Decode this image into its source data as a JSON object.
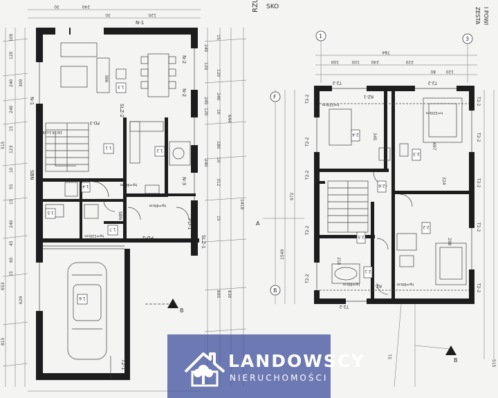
{
  "plan_texts": {
    "top_fragment_left": "RZUT",
    "top_fragment_mid": "SKO",
    "top_fragment_right_1": "ZESTA",
    "top_fragment_right_2": "I POWI",
    "north_mark_left": "N-1",
    "axis_1": "1",
    "axis_3": "3",
    "axis_F": "F",
    "axis_B": "B",
    "section_A": "A",
    "section_B_ground": "B",
    "section_B_upper": "B",
    "ground_rooms": [
      "1.1",
      "1.2",
      "1.3",
      "1.4",
      "1.5",
      "1.6",
      "1.7"
    ],
    "upper_rooms": [
      "2.1",
      "2.2",
      "2.3",
      "2.4",
      "2.5",
      "2.6"
    ],
    "ground_wall_tags": [
      "N-2",
      "N-2",
      "N-3",
      "N-1",
      "SLZ-2",
      "SLZ-1",
      "PD-3",
      "PD-1",
      "PD-2",
      "T2-1",
      "SBN",
      "SBN"
    ],
    "upper_wall_tags": [
      "T2-2",
      "T2-2",
      "T2-2",
      "T2-2",
      "T2-2",
      "T2-2",
      "T2-2",
      "T2-2",
      "T2-2",
      "T2-2",
      "T2-2",
      "T2-2",
      "RZ-1",
      "RZ-1",
      "T2-2"
    ],
    "ground_notes": [
      "16/18,1x26",
      "hp=90cm",
      "hp=90cm",
      "hp=120cm"
    ],
    "upper_notes": [
      "h=220cm",
      "h=220cm",
      "hp=90cm",
      "hp=90cm"
    ],
    "ground_dims_left": [
      "100",
      "120",
      "240",
      "300",
      "240",
      "15",
      "123",
      "10",
      "55",
      "15",
      "240",
      "45",
      "60",
      "15"
    ],
    "ground_dims_left_outer": [
      "515",
      "653",
      "629",
      "815"
    ],
    "ground_dims_top": [
      "30",
      "240",
      "30",
      "120"
    ],
    "ground_dims_right": [
      "240",
      "120",
      "245",
      "120",
      "240",
      "15",
      "120",
      "240",
      "10",
      "180",
      "10",
      "312",
      "15"
    ],
    "ground_dims_right_outer": [
      "644",
      "1418",
      "830",
      "895"
    ],
    "upper_dims_top": [
      "784",
      "100",
      "100",
      "240",
      "220",
      "80",
      "120"
    ],
    "upper_dims_left": [
      "972",
      "1549",
      "51"
    ],
    "upper_dims_right": [
      "515"
    ],
    "room_areas": [
      "386",
      "345",
      "497",
      "324",
      "298",
      "218"
    ]
  },
  "watermark": {
    "name": "LANDOWSCY",
    "sub": "NIERUCHOMOŚCI"
  }
}
